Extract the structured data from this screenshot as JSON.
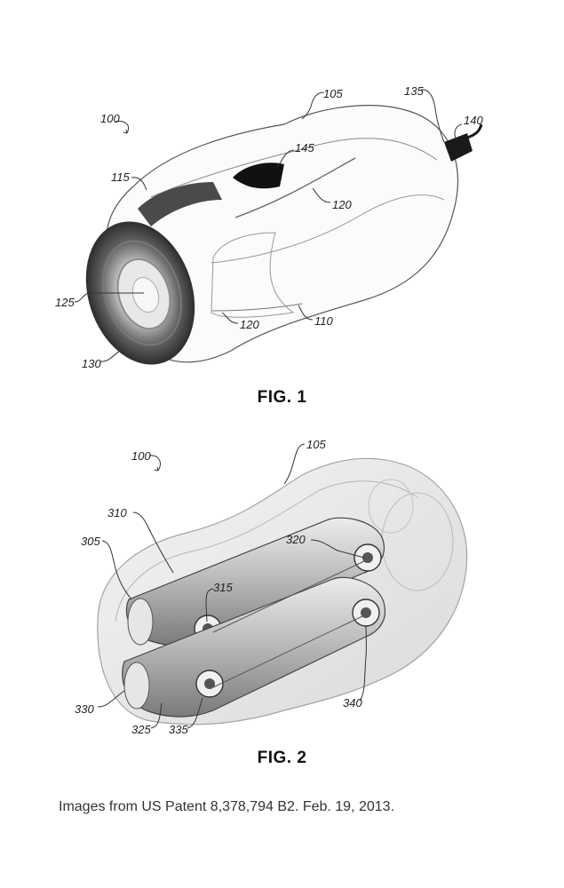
{
  "figure1": {
    "caption": "FIG. 1",
    "labels": {
      "r100": "100",
      "r105": "105",
      "r135": "135",
      "r140": "140",
      "r145": "145",
      "r115": "115",
      "r120a": "120",
      "r125": "125",
      "r120b": "120",
      "r110": "110",
      "r130": "130"
    }
  },
  "figure2": {
    "caption": "FIG. 2",
    "labels": {
      "r100": "100",
      "r105": "105",
      "r310": "310",
      "r305": "305",
      "r320": "320",
      "r315": "315",
      "r330": "330",
      "r325": "325",
      "r335": "335",
      "r340": "340"
    }
  },
  "source_note": "Images from US Patent 8,378,794 B2. Feb. 19, 2013.",
  "colors": {
    "line": "#333333",
    "accent": "#1a1a1a",
    "shade": "#8a8a8a"
  }
}
